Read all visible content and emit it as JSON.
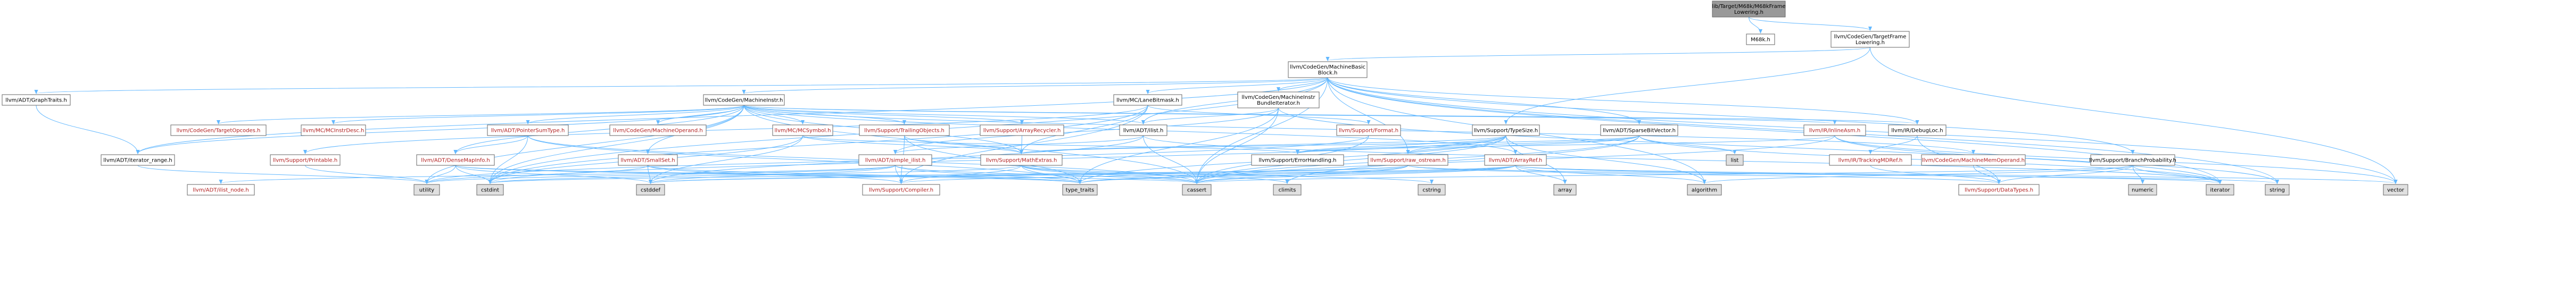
{
  "colors": {
    "root_fill": "#999999",
    "local_fill": "#ffffff",
    "system_fill": "#e0e0e0",
    "local_text": "#000000",
    "linked_text": "#b22222",
    "edge": "#63b8ff",
    "border": "#666666"
  },
  "nodes": [
    {
      "id": "root",
      "lines": [
        "lib/Target/M68k/M68kFrame",
        "Lowering.h"
      ],
      "kind": "root"
    },
    {
      "id": "m68k",
      "lines": [
        "M68k.h"
      ],
      "kind": "local"
    },
    {
      "id": "tfl",
      "lines": [
        "llvm/CodeGen/TargetFrame",
        "Lowering.h"
      ],
      "kind": "local"
    },
    {
      "id": "mbb",
      "lines": [
        "llvm/CodeGen/MachineBasic",
        "Block.h"
      ],
      "kind": "local"
    },
    {
      "id": "graphtraits",
      "lines": [
        "llvm/ADT/GraphTraits.h"
      ],
      "kind": "local"
    },
    {
      "id": "mi",
      "lines": [
        "llvm/CodeGen/MachineInstr.h"
      ],
      "kind": "local"
    },
    {
      "id": "lanebitmask",
      "lines": [
        "llvm/MC/LaneBitmask.h"
      ],
      "kind": "local"
    },
    {
      "id": "mibundle",
      "lines": [
        "llvm/CodeGen/MachineInstr",
        "BundleIterator.h"
      ],
      "kind": "local"
    },
    {
      "id": "typesize",
      "lines": [
        "llvm/Support/TypeSize.h"
      ],
      "kind": "local"
    },
    {
      "id": "sparsebv",
      "lines": [
        "llvm/ADT/SparseBitVector.h"
      ],
      "kind": "local"
    },
    {
      "id": "debugloc",
      "lines": [
        "llvm/IR/DebugLoc.h"
      ],
      "kind": "local"
    },
    {
      "id": "branchprob",
      "lines": [
        "llvm/Support/BranchProbability.h"
      ],
      "kind": "local"
    },
    {
      "id": "targetopcodes",
      "lines": [
        "llvm/CodeGen/TargetOpcodes.h"
      ],
      "kind": "linked"
    },
    {
      "id": "mcinstrdesc",
      "lines": [
        "llvm/MC/MCInstrDesc.h"
      ],
      "kind": "linked"
    },
    {
      "id": "pointersumtype",
      "lines": [
        "llvm/ADT/PointerSumType.h"
      ],
      "kind": "linked"
    },
    {
      "id": "machineoperand",
      "lines": [
        "llvm/CodeGen/MachineOperand.h"
      ],
      "kind": "linked"
    },
    {
      "id": "mcsymbol",
      "lines": [
        "llvm/MC/MCSymbol.h"
      ],
      "kind": "linked"
    },
    {
      "id": "trailingobjects",
      "lines": [
        "llvm/Support/TrailingObjects.h"
      ],
      "kind": "linked"
    },
    {
      "id": "arrayrecycler",
      "lines": [
        "llvm/Support/ArrayRecycler.h"
      ],
      "kind": "linked"
    },
    {
      "id": "ilist",
      "lines": [
        "llvm/ADT/ilist.h"
      ],
      "kind": "local"
    },
    {
      "id": "format",
      "lines": [
        "llvm/Support/Format.h"
      ],
      "kind": "linked"
    },
    {
      "id": "inlineasm",
      "lines": [
        "llvm/IR/InlineAsm.h"
      ],
      "kind": "linked"
    },
    {
      "id": "iteratorrange",
      "lines": [
        "llvm/ADT/iterator_range.h"
      ],
      "kind": "local"
    },
    {
      "id": "printable",
      "lines": [
        "llvm/Support/Printable.h"
      ],
      "kind": "linked"
    },
    {
      "id": "densemapinfo",
      "lines": [
        "llvm/ADT/DenseMapInfo.h"
      ],
      "kind": "linked"
    },
    {
      "id": "smallset",
      "lines": [
        "llvm/ADT/SmallSet.h"
      ],
      "kind": "linked"
    },
    {
      "id": "simpleilist",
      "lines": [
        "llvm/ADT/simple_ilist.h"
      ],
      "kind": "linked"
    },
    {
      "id": "mathextras",
      "lines": [
        "llvm/Support/MathExtras.h"
      ],
      "kind": "linked"
    },
    {
      "id": "errorhandling",
      "lines": [
        "llvm/Support/ErrorHandling.h"
      ],
      "kind": "local"
    },
    {
      "id": "rawostream",
      "lines": [
        "llvm/Support/raw_ostream.h"
      ],
      "kind": "linked"
    },
    {
      "id": "arrayref",
      "lines": [
        "llvm/ADT/ArrayRef.h"
      ],
      "kind": "linked"
    },
    {
      "id": "trackingmdref",
      "lines": [
        "llvm/IR/TrackingMDRef.h"
      ],
      "kind": "linked"
    },
    {
      "id": "machinememop",
      "lines": [
        "llvm/CodeGen/MachineMemOperand.h"
      ],
      "kind": "linked"
    },
    {
      "id": "ilistnode",
      "lines": [
        "llvm/ADT/ilist_node.h"
      ],
      "kind": "linked"
    },
    {
      "id": "compiler",
      "lines": [
        "llvm/Support/Compiler.h"
      ],
      "kind": "linked"
    },
    {
      "id": "datatypes",
      "lines": [
        "llvm/Support/DataTypes.h"
      ],
      "kind": "linked"
    },
    {
      "id": "list",
      "lines": [
        "list"
      ],
      "kind": "system"
    },
    {
      "id": "utility",
      "lines": [
        "utility"
      ],
      "kind": "system"
    },
    {
      "id": "cstdint",
      "lines": [
        "cstdint"
      ],
      "kind": "system"
    },
    {
      "id": "cstddef",
      "lines": [
        "cstddef"
      ],
      "kind": "system"
    },
    {
      "id": "typetraits",
      "lines": [
        "type_traits"
      ],
      "kind": "system"
    },
    {
      "id": "climits",
      "lines": [
        "climits"
      ],
      "kind": "system"
    },
    {
      "id": "cassert",
      "lines": [
        "cassert"
      ],
      "kind": "system"
    },
    {
      "id": "cstring",
      "lines": [
        "cstring"
      ],
      "kind": "system"
    },
    {
      "id": "array",
      "lines": [
        "array"
      ],
      "kind": "system"
    },
    {
      "id": "algorithm",
      "lines": [
        "algorithm"
      ],
      "kind": "system"
    },
    {
      "id": "numeric",
      "lines": [
        "numeric"
      ],
      "kind": "system"
    },
    {
      "id": "iterator",
      "lines": [
        "iterator"
      ],
      "kind": "system"
    },
    {
      "id": "string",
      "lines": [
        "string"
      ],
      "kind": "system"
    },
    {
      "id": "vector",
      "lines": [
        "vector"
      ],
      "kind": "system"
    }
  ],
  "edges": [
    [
      "root",
      "m68k"
    ],
    [
      "root",
      "tfl"
    ],
    [
      "tfl",
      "mbb"
    ],
    [
      "tfl",
      "typesize"
    ],
    [
      "tfl",
      "vector"
    ],
    [
      "mbb",
      "graphtraits"
    ],
    [
      "mbb",
      "mi"
    ],
    [
      "mbb",
      "lanebitmask"
    ],
    [
      "mbb",
      "mibundle"
    ],
    [
      "mbb",
      "sparsebv"
    ],
    [
      "mbb",
      "debugloc"
    ],
    [
      "mbb",
      "branchprob"
    ],
    [
      "mbb",
      "ilist"
    ],
    [
      "mbb",
      "iteratorrange"
    ],
    [
      "mbb",
      "rawostream"
    ],
    [
      "mbb",
      "cassert"
    ],
    [
      "mbb",
      "iterator"
    ],
    [
      "mbb",
      "string"
    ],
    [
      "mbb",
      "vector"
    ],
    [
      "mbb",
      "cstdint"
    ],
    [
      "mbb",
      "algorithm"
    ],
    [
      "graphtraits",
      "iteratorrange"
    ],
    [
      "mi",
      "targetopcodes"
    ],
    [
      "mi",
      "mcinstrdesc"
    ],
    [
      "mi",
      "pointersumtype"
    ],
    [
      "mi",
      "machineoperand"
    ],
    [
      "mi",
      "mcsymbol"
    ],
    [
      "mi",
      "trailingobjects"
    ],
    [
      "mi",
      "arrayrecycler"
    ],
    [
      "mi",
      "ilist"
    ],
    [
      "mi",
      "inlineasm"
    ],
    [
      "mi",
      "debugloc"
    ],
    [
      "mi",
      "machinememop"
    ],
    [
      "mi",
      "densemapinfo"
    ],
    [
      "mi",
      "smallset"
    ],
    [
      "mi",
      "iteratorrange"
    ],
    [
      "mi",
      "arrayref"
    ],
    [
      "mi",
      "cassert"
    ],
    [
      "mi",
      "cstdint"
    ],
    [
      "mi",
      "utility"
    ],
    [
      "mi",
      "mathextras"
    ],
    [
      "lanebitmask",
      "format"
    ],
    [
      "lanebitmask",
      "mathextras"
    ],
    [
      "lanebitmask",
      "printable"
    ],
    [
      "lanebitmask",
      "compiler"
    ],
    [
      "lanebitmask",
      "cstdint"
    ],
    [
      "mibundle",
      "ilist"
    ],
    [
      "mibundle",
      "simpleilist"
    ],
    [
      "mibundle",
      "cassert"
    ],
    [
      "mibundle",
      "iterator"
    ],
    [
      "mibundle",
      "typetraits"
    ],
    [
      "typesize",
      "mathextras"
    ],
    [
      "typesize",
      "rawostream"
    ],
    [
      "typesize",
      "errorhandling"
    ],
    [
      "typesize",
      "algorithm"
    ],
    [
      "typesize",
      "array"
    ],
    [
      "typesize",
      "cassert"
    ],
    [
      "typesize",
      "cstdint"
    ],
    [
      "typesize",
      "typetraits"
    ],
    [
      "sparsebv",
      "list"
    ],
    [
      "sparsebv",
      "mathextras"
    ],
    [
      "sparsebv",
      "rawostream"
    ],
    [
      "sparsebv",
      "errorhandling"
    ],
    [
      "sparsebv",
      "cassert"
    ],
    [
      "sparsebv",
      "climits"
    ],
    [
      "sparsebv",
      "iterator"
    ],
    [
      "debugloc",
      "trackingmdref"
    ],
    [
      "debugloc",
      "datatypes"
    ],
    [
      "branchprob",
      "datatypes"
    ],
    [
      "branchprob",
      "algorithm"
    ],
    [
      "branchprob",
      "cassert"
    ],
    [
      "branchprob",
      "numeric"
    ],
    [
      "branchprob",
      "iterator"
    ],
    [
      "pointersumtype",
      "densemapinfo"
    ],
    [
      "pointersumtype",
      "cassert"
    ],
    [
      "pointersumtype",
      "cstdint"
    ],
    [
      "pointersumtype",
      "typetraits"
    ],
    [
      "mcsymbol",
      "mathextras"
    ],
    [
      "mcsymbol",
      "errorhandling"
    ],
    [
      "mcsymbol",
      "cstddef"
    ],
    [
      "mcsymbol",
      "cstdint"
    ],
    [
      "trailingobjects",
      "mathextras"
    ],
    [
      "trailingobjects",
      "typetraits"
    ],
    [
      "trailingobjects",
      "compiler"
    ],
    [
      "arrayrecycler",
      "mathextras"
    ],
    [
      "ilist",
      "simpleilist"
    ],
    [
      "ilist",
      "cassert"
    ],
    [
      "ilist",
      "cstddef"
    ],
    [
      "ilist",
      "iterator"
    ],
    [
      "inlineasm",
      "errorhandling"
    ],
    [
      "inlineasm",
      "cassert"
    ],
    [
      "inlineasm",
      "vector"
    ],
    [
      "inlineasm",
      "string"
    ],
    [
      "iteratorrange",
      "utility"
    ],
    [
      "densemapinfo",
      "cassert"
    ],
    [
      "densemapinfo",
      "cstddef"
    ],
    [
      "densemapinfo",
      "cstdint"
    ],
    [
      "densemapinfo",
      "utility"
    ],
    [
      "densemapinfo",
      "typetraits"
    ],
    [
      "smallset",
      "compiler"
    ],
    [
      "smallset",
      "cstddef"
    ],
    [
      "smallset",
      "utility"
    ],
    [
      "smallset",
      "typetraits"
    ],
    [
      "simpleilist",
      "ilistnode"
    ],
    [
      "simpleilist",
      "compiler"
    ],
    [
      "simpleilist",
      "cassert"
    ],
    [
      "simpleilist",
      "cstddef"
    ],
    [
      "simpleilist",
      "typetraits"
    ],
    [
      "simpleilist",
      "utility"
    ],
    [
      "mathextras",
      "compiler"
    ],
    [
      "mathextras",
      "cassert"
    ],
    [
      "mathextras",
      "climits"
    ],
    [
      "mathextras",
      "cstdint"
    ],
    [
      "mathextras",
      "cstring"
    ],
    [
      "mathextras",
      "limits"
    ],
    [
      "mathextras",
      "typetraits"
    ],
    [
      "rawostream",
      "datatypes"
    ],
    [
      "rawostream",
      "cassert"
    ],
    [
      "rawostream",
      "cstddef"
    ],
    [
      "rawostream",
      "cstdint"
    ],
    [
      "rawostream",
      "string"
    ],
    [
      "rawostream",
      "typetraits"
    ],
    [
      "arrayref",
      "compiler"
    ],
    [
      "arrayref",
      "algorithm"
    ],
    [
      "arrayref",
      "array"
    ],
    [
      "arrayref",
      "cassert"
    ],
    [
      "arrayref",
      "cstddef"
    ],
    [
      "arrayref",
      "iterator"
    ],
    [
      "arrayref",
      "typetraits"
    ],
    [
      "arrayref",
      "vector"
    ],
    [
      "trackingmdref",
      "datatypes"
    ],
    [
      "machinememop",
      "datatypes"
    ],
    [
      "printable",
      "utility"
    ],
    [
      "format",
      "cassert"
    ],
    [
      "format",
      "cstdio"
    ],
    [
      "format",
      "tuple"
    ],
    [
      "format",
      "utility"
    ]
  ]
}
